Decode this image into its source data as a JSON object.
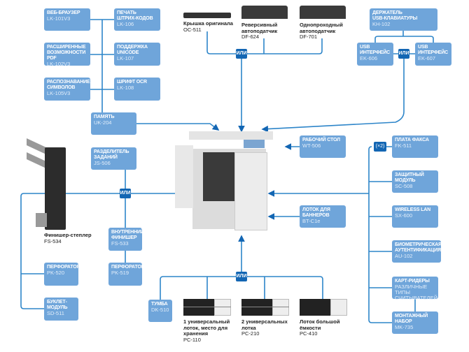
{
  "colors": {
    "box": "#6fa5da",
    "line": "#2d85c9",
    "or_badge": "#1366b3"
  },
  "or_label": "ИЛИ",
  "boxes": {
    "lk101": {
      "title": "ВЕБ-БРАУЗЕР",
      "model": "LK-101V3"
    },
    "lk106": {
      "title": "ПЕЧАТЬ\nШТРИХ-КОДОВ",
      "model": "LK-106"
    },
    "lk102": {
      "title": "РАСШИРЕННЫЕ\nВОЗМОЖНОСТИ\nPDF",
      "model": "LK-102V3"
    },
    "lk107": {
      "title": "ПОДДЕРЖКА\nUNICODE",
      "model": "LK-107"
    },
    "lk105": {
      "title": "РАСПОЗНАВАНИЕ\nСИМВОЛОВ",
      "model": "LK-105V3"
    },
    "lk108": {
      "title": "ШРИФТ OCR",
      "model": "LK-108"
    },
    "uk204": {
      "title": "ПАМЯТЬ",
      "model": "UK-204"
    },
    "kh102": {
      "title": "ДЕРЖАТЕЛЬ\nUSB-КЛАВИАТУРЫ",
      "model": "KH-102"
    },
    "ek606": {
      "title": "USB\nИНТЕРФЕЙС",
      "model": "EK-606"
    },
    "ek607": {
      "title": "USB\nИНТЕРФЕЙС",
      "model": "EK-607"
    },
    "js506": {
      "title": "РАЗДЕЛИТЕЛЬ\nЗАДАНИЙ",
      "model": "JS-506"
    },
    "fs533": {
      "title": "ВНУТРЕННИЙ\nФИНИШЕР",
      "model": "FS-533"
    },
    "pk519": {
      "title": "ПЕРФОРАТОР",
      "model": "PK-519"
    },
    "pk520": {
      "title": "ПЕРФОРАТОР",
      "model": "PK-520"
    },
    "sd511": {
      "title": "БУКЛЕТ-\nМОДУЛЬ",
      "model": "SD-511"
    },
    "wt506": {
      "title": "РАБОЧИЙ СТОЛ",
      "model": "WT-506"
    },
    "btc1e": {
      "title": "ЛОТОК ДЛЯ\nБАННЕРОВ",
      "model": "BT-C1e"
    },
    "fk511": {
      "title": "ПЛАТА ФАКСА",
      "model": "FK-511"
    },
    "sc508": {
      "title": "ЗАЩИТНЫЙ\nМОДУЛЬ",
      "model": "SC-508"
    },
    "sx600": {
      "title": "WIRELESS LAN",
      "model": "SX-600"
    },
    "au102": {
      "title": "БИОМЕТРИЧЕСКАЯ\nАУТЕНТИФИКАЦИЯ",
      "model": "AU-102"
    },
    "card": {
      "title": "КАРТ-РИДЕРЫ",
      "model": "РАЗЛИЧНЫЕ ТИПЫ\nСЧИТЫВАТЕЛЕЙ"
    },
    "mk735": {
      "title": "МОНТАЖНЫЙ\nНАБОР",
      "model": "MK-735"
    },
    "dk510": {
      "title": "ТУМБА",
      "model": "DK-510"
    }
  },
  "fax_multiplier": "(×2)",
  "devices": {
    "oc511": {
      "title": "Крышка оригинала",
      "model": "OC-511"
    },
    "df624": {
      "title": "Реверсивный\nавтоподатчик",
      "model": "DF-624"
    },
    "df701": {
      "title": "Однопроходный\nавтоподатчик",
      "model": "DF-701"
    },
    "fs534": {
      "title": "Финишер-степлер",
      "model": "FS-534"
    },
    "pc110": {
      "title": "1 универсальный\nлоток, место для\nхранения",
      "model": "PC-110"
    },
    "pc210": {
      "title": "2 универсальных\nлотка",
      "model": "PC-210"
    },
    "pc410": {
      "title": "Лоток большой\nёмкости",
      "model": "PC-410"
    }
  }
}
